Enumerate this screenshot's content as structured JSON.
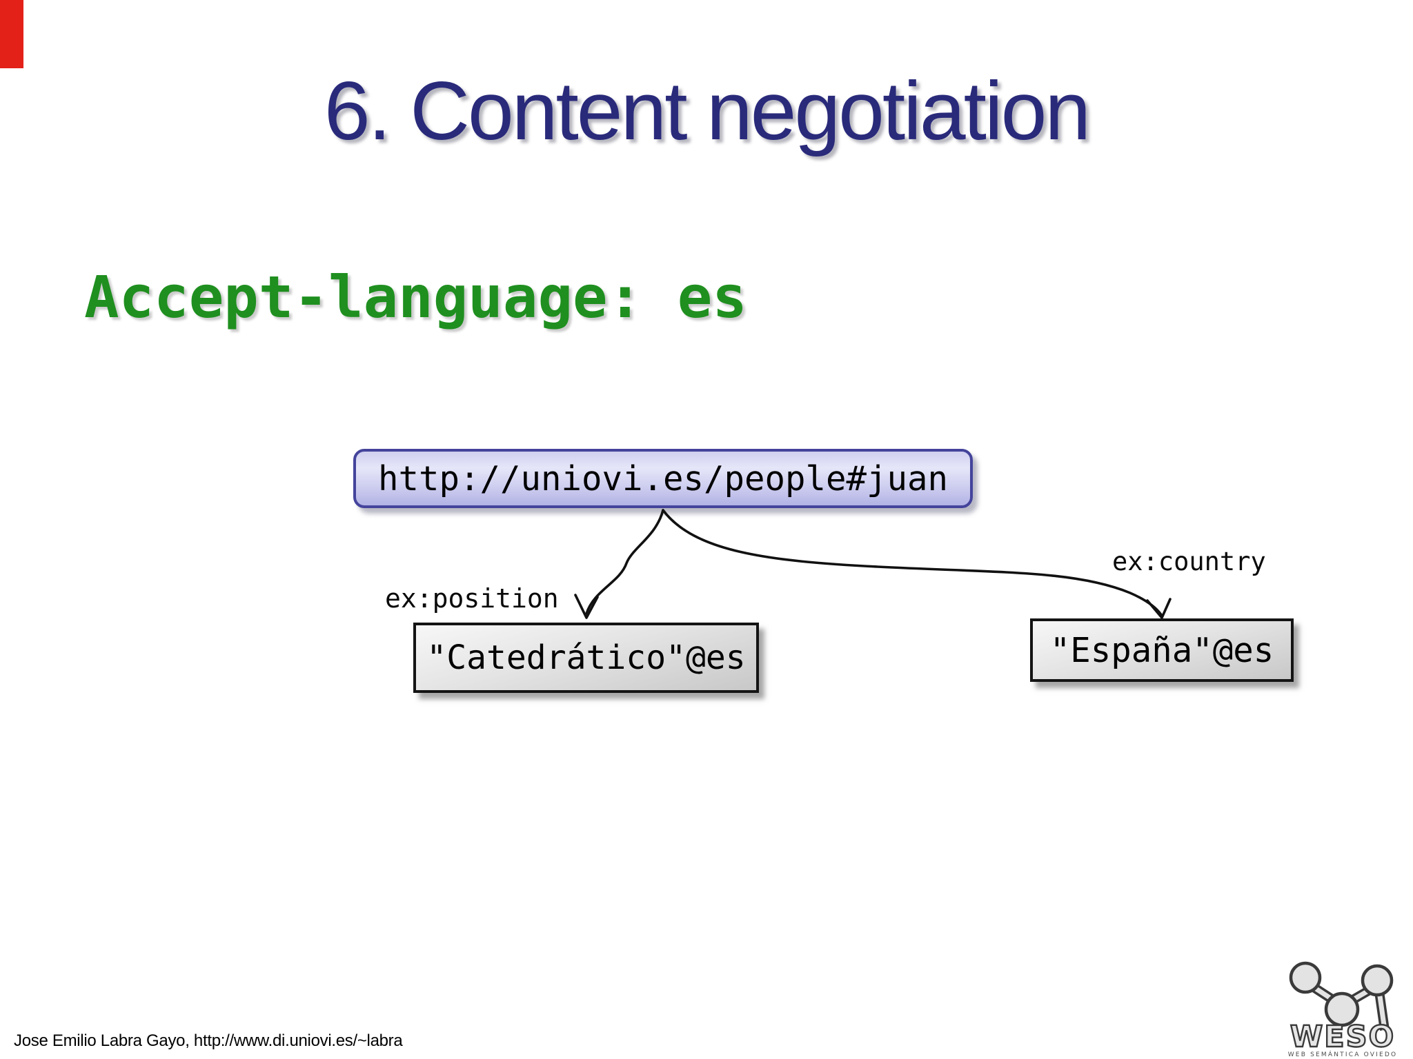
{
  "slide": {
    "title": "6. Content negotiation",
    "header_code": "Accept-language: es",
    "footer": "Jose Emilio Labra Gayo, http://www.di.uniovi.es/~labra"
  },
  "graph": {
    "subject_node": {
      "label": "http://uniovi.es/people#juan"
    },
    "edges": [
      {
        "label": "ex:position",
        "target": "\"Catedrático\"@es"
      },
      {
        "label": "ex:country",
        "target": "\"España\"@es"
      }
    ]
  },
  "logo": {
    "wordmark": "WESO",
    "caption": "WEB SEMÁNTICA OVIEDO"
  },
  "colors": {
    "accent_bar": "#e32119",
    "title": "#2a2a7b",
    "header_code_green": "#1f8f1f",
    "uri_node_border": "#44449c",
    "uri_node_fill": "#c9c9ee",
    "literal_fill": "#d9d9d9",
    "literal_border": "#141414",
    "arrow": "#111111"
  }
}
